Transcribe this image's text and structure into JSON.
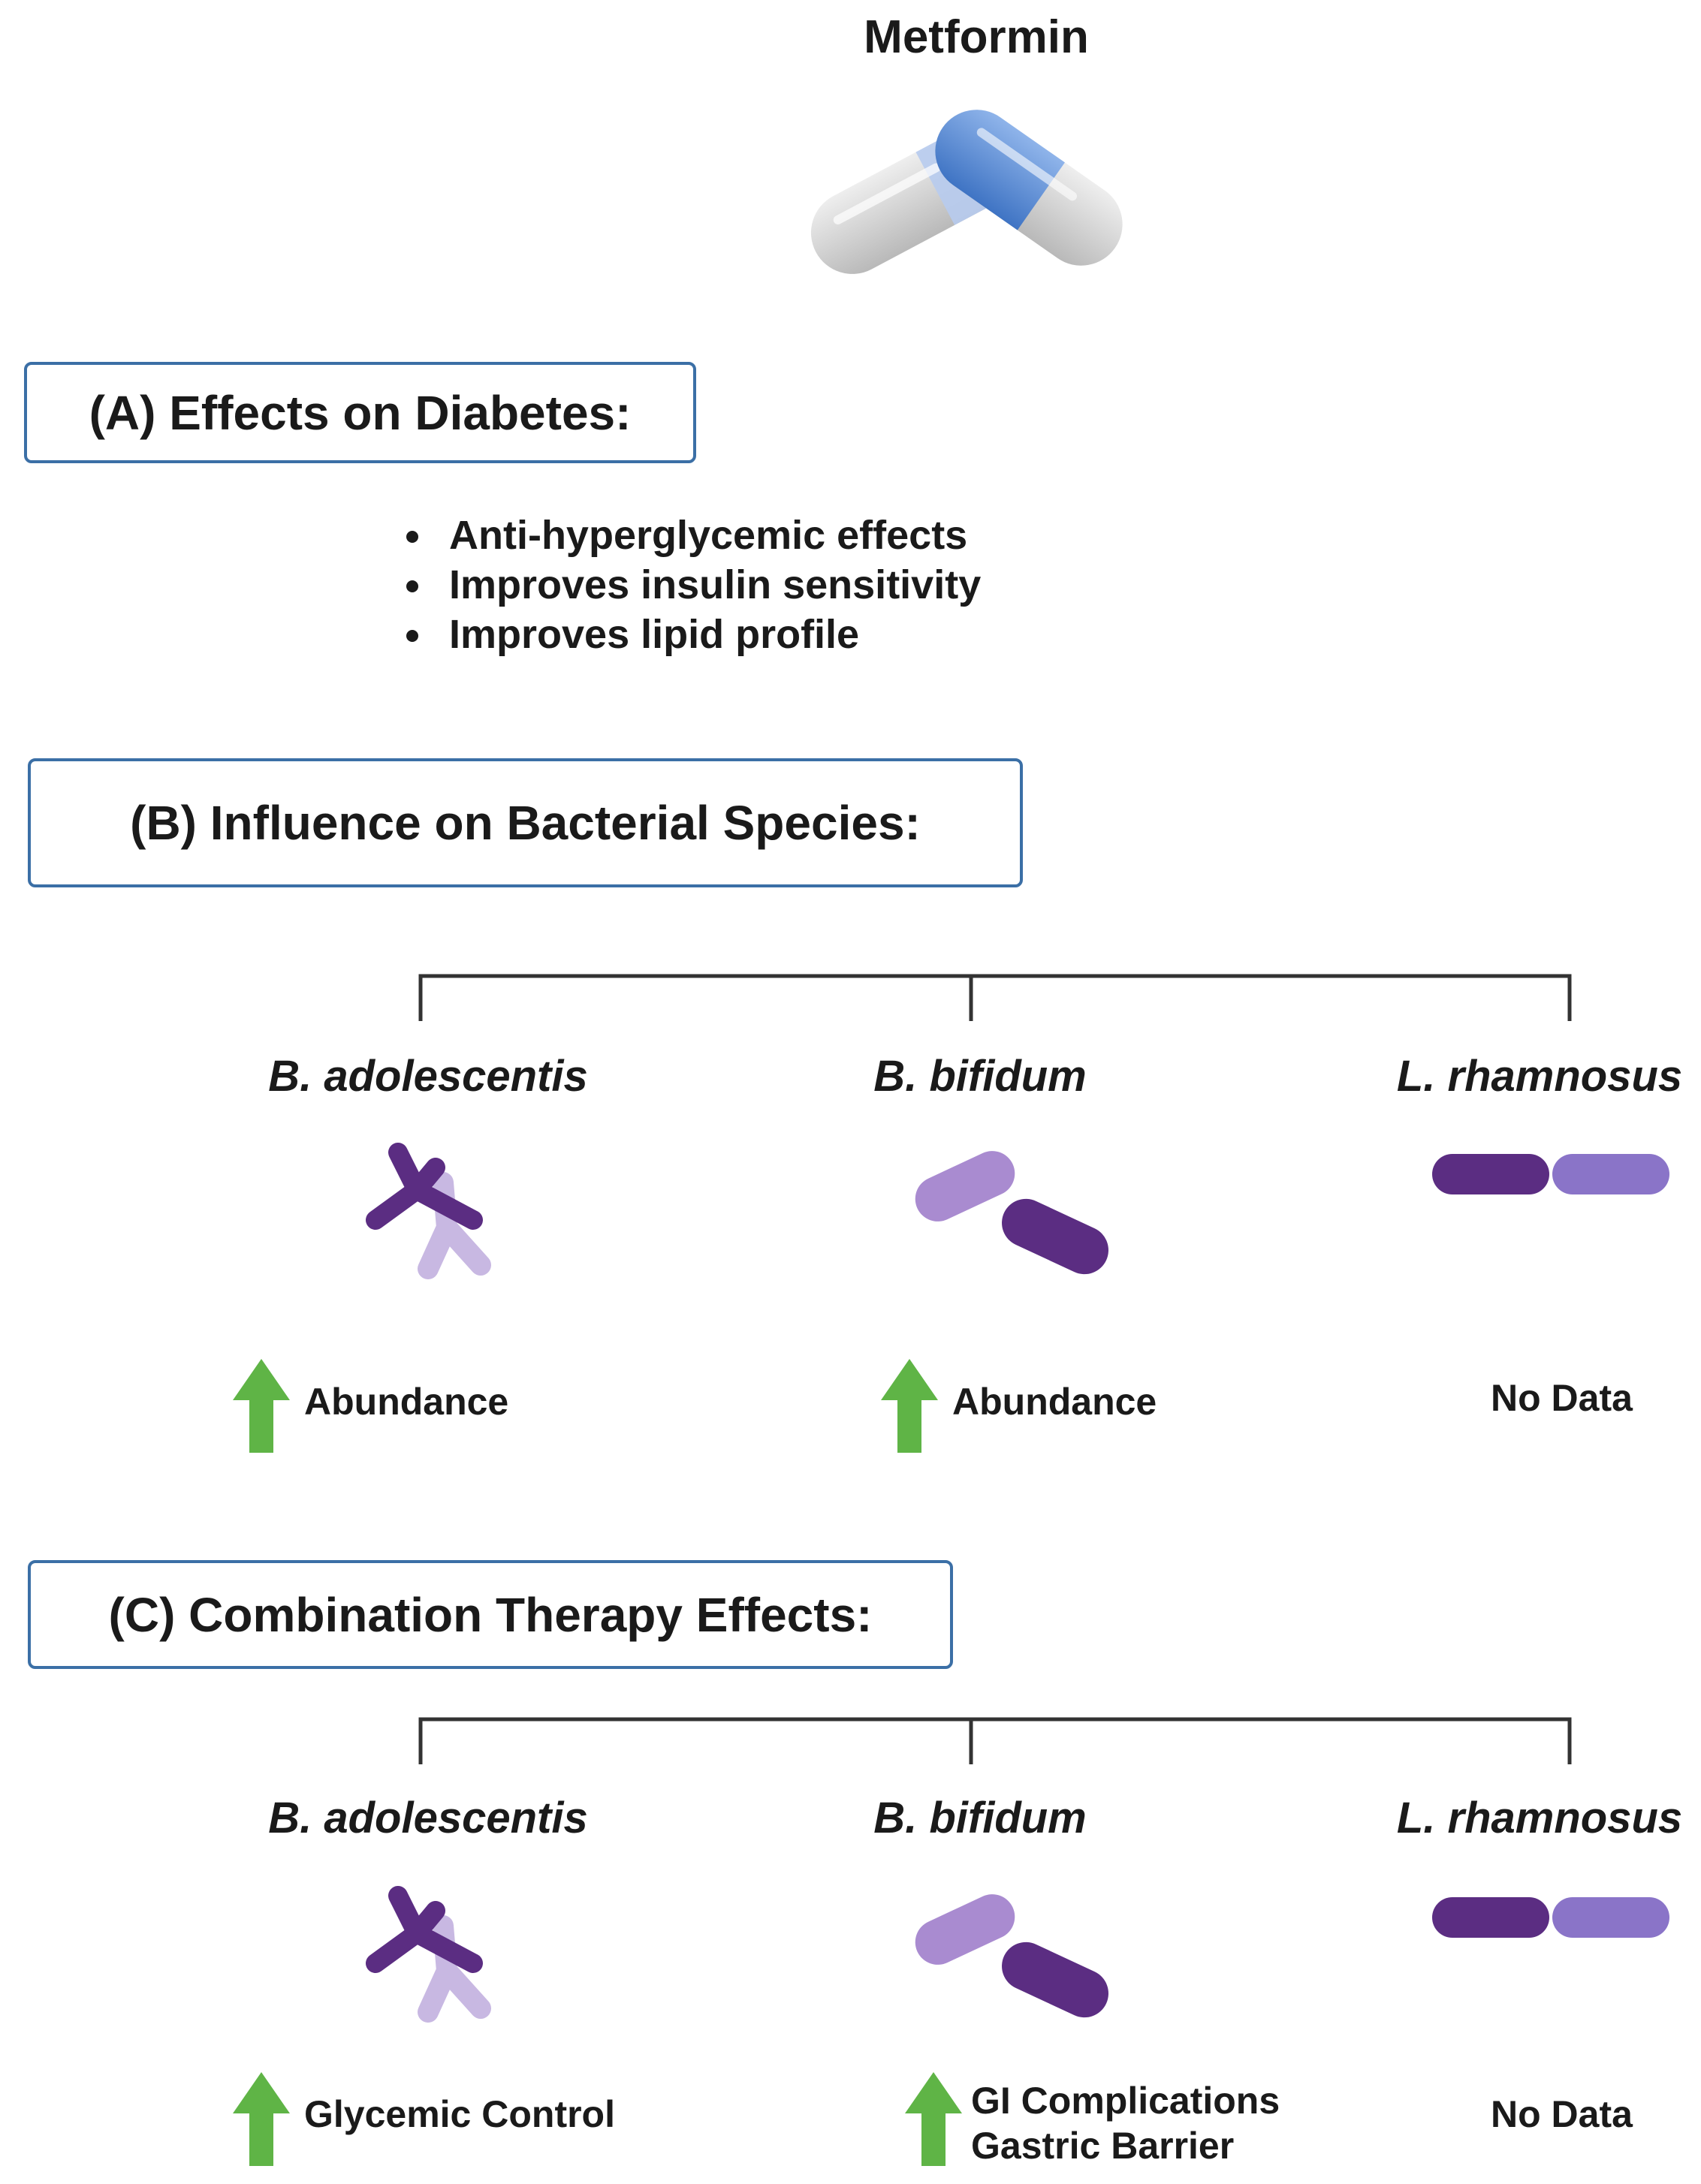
{
  "header": {
    "title": "Metformin"
  },
  "section_a": {
    "heading": "(A) Effects on Diabetes:",
    "bullets": [
      "Anti-hyperglycemic effects",
      "Improves insulin sensitivity",
      "Improves lipid profile"
    ]
  },
  "section_b": {
    "heading": "(B) Influence on Bacterial Species:",
    "species": [
      {
        "name": "B. adolescentis",
        "effect_arrow": "up",
        "effect_lines": [
          "Abundance"
        ]
      },
      {
        "name": "B. bifidum",
        "effect_arrow": "up",
        "effect_lines": [
          "Abundance"
        ]
      },
      {
        "name": "L. rhamnosus",
        "effect_arrow": "none",
        "effect_lines": [
          "No Data"
        ]
      }
    ]
  },
  "section_c": {
    "heading": "(C) Combination Therapy Effects:",
    "species": [
      {
        "name": "B. adolescentis",
        "effect_arrow": "up",
        "effect_lines": [
          "Glycemic Control"
        ]
      },
      {
        "name": "B. bifidum",
        "effect_arrow": "up",
        "effect_lines": [
          "GI Complications",
          "Gastric Barrier"
        ]
      },
      {
        "name": "L. rhamnosus",
        "effect_arrow": "none",
        "effect_lines": [
          "No Data"
        ]
      }
    ]
  },
  "colors": {
    "box_border": "#3b6fa6",
    "arrow_green": "#5fb446",
    "bacteria_dark": "#5b2d82",
    "bacteria_light": "#a98bd0",
    "bacteria_pale": "#c8b8e2",
    "pill_blue": "#5b8fd6",
    "pill_gray": "#d9d9d9"
  },
  "icons": {
    "pill": "capsule-icon",
    "b_adolescentis": "branched-bacteria-icon",
    "b_bifidum": "rod-bacteria-pair-icon",
    "l_rhamnosus": "rod-chain-bacteria-icon",
    "arrow": "up-arrow-icon"
  }
}
